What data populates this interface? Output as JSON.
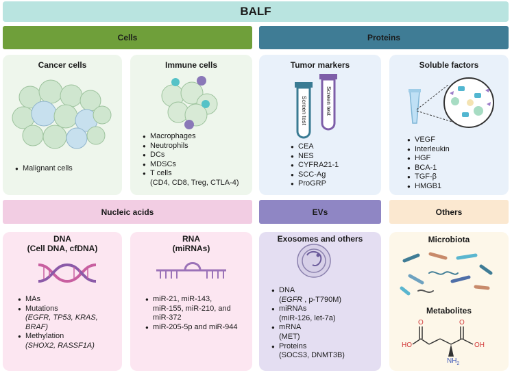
{
  "title": "BALF",
  "cells": {
    "header": "Cells",
    "cancer": {
      "title": "Cancer cells",
      "items": [
        "Malignant cells"
      ]
    },
    "immune": {
      "title": "Immune cells",
      "items": [
        "Macrophages",
        "Neutrophils",
        "DCs",
        "MDSCs",
        "T cells"
      ],
      "tcell_detail": "(CD4, CD8, Treg, CTLA-4)"
    }
  },
  "proteins": {
    "header": "Proteins",
    "tumor": {
      "title": "Tumor markers",
      "tube_label": "Screen test",
      "items": [
        "CEA",
        "NES",
        "CYFRA21-1",
        "SCC-Ag",
        "ProGRP"
      ]
    },
    "soluble": {
      "title": "Soluble factors",
      "items": [
        "VEGF",
        "Interleukin",
        "HGF",
        "BCA-1",
        "TGF-β",
        "HMGB1"
      ]
    }
  },
  "nucleic": {
    "header": "Nucleic acids",
    "dna": {
      "title_line1": "DNA",
      "title_line2": "(Cell DNA, cfDNA)",
      "ma": "MAs",
      "mutations": "Mutations",
      "mutations_detail_1": "(EGFR, TP53, KRAS,",
      "mutations_detail_2": "BRAF)",
      "methylation": "Methylation",
      "methylation_detail": "(SHOX2, RASSF1A)"
    },
    "rna": {
      "title_line1": "RNA",
      "title_line2": "(miRNAs)",
      "item1_l1": "miR-21, miR-143,",
      "item1_l2": "miR-155, miR-210, and",
      "item1_l3": "miR-372",
      "item2": "miR-205-5p and miR-944"
    }
  },
  "evs": {
    "header": "EVs",
    "title": "Exosomes and others",
    "dna": "DNA",
    "dna_gene": "EGFR",
    "dna_mut": " , p-T790M)",
    "mirnas": "miRNAs",
    "mirnas_detail": "(miR-126, let-7a)",
    "mrna": "mRNA",
    "mrna_detail": "(MET)",
    "proteins": "Proteins",
    "proteins_detail": "(SOCS3, DNMT3B)"
  },
  "others": {
    "header": "Others",
    "microbiota": "Microbiota",
    "metabolites": "Metabolites",
    "atom_o1": "O",
    "atom_o2": "O",
    "atom_ho": "HO",
    "atom_oh": "OH",
    "atom_nh": "NH",
    "atom_nh_sub": "2"
  },
  "colors": {
    "title_bar": "#b9e4e0",
    "cells_header": "#6f9f3a",
    "proteins_header": "#3f7c95",
    "nucleic_header": "#f2cde3",
    "evs_header": "#8f86c4",
    "others_header": "#fbe8d0",
    "green_panel": "#eef6ec",
    "blue_panel": "#e9f1fa",
    "pink_panel": "#fce6f1",
    "lavender_panel": "#e4def2",
    "cream_panel": "#fdf7e9"
  }
}
